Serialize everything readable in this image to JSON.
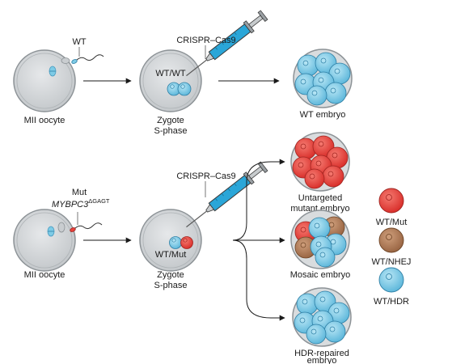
{
  "top": {
    "sperm_label": "WT",
    "oocyte_label": "MII oocyte",
    "injection_label": "CRISPR–Cas9",
    "zygote_genotype": "WT/WT",
    "zygote_label_1": "Zygote",
    "zygote_label_2": "S-phase",
    "embryo_label": "WT embryo"
  },
  "bottom": {
    "sperm_label_1": "Mut",
    "sperm_gene": "MYBPC3",
    "sperm_gene_superscript": "ΔGAGT",
    "oocyte_label": "MII oocyte",
    "injection_label": "CRISPR–Cas9",
    "zygote_genotype": "WT/Mut",
    "zygote_label_1": "Zygote",
    "zygote_label_2": "S-phase",
    "outcomes": [
      {
        "label_1": "Untargeted",
        "label_2": "mutant embryo"
      },
      {
        "label_1": "Mosaic embryo",
        "label_2": ""
      },
      {
        "label_1": "HDR-repaired",
        "label_2": "embryo"
      }
    ]
  },
  "legend": [
    {
      "label": "WT/Mut",
      "color": "#e8423c"
    },
    {
      "label": "WT/NHEJ",
      "color": "#b07a55"
    },
    {
      "label": "WT/HDR",
      "color": "#7ecbe6"
    }
  ],
  "colors": {
    "wt_cell": "#7ecbe6",
    "mut_cell": "#e8423c",
    "nhej_cell": "#b07a55",
    "oocyte_fill": "#d3d6d8",
    "syringe_barrel": "#27a3d6"
  }
}
